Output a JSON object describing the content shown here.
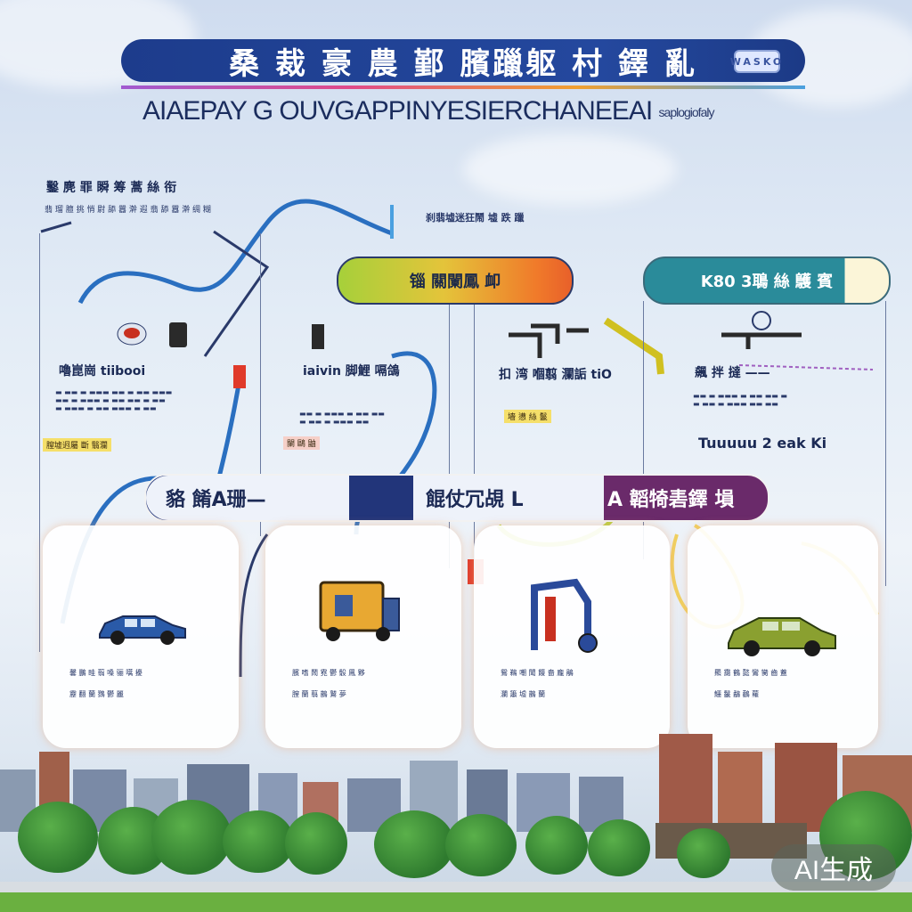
{
  "header": {
    "title": "桑 裁 豪 農 鄞 臏躐躯 村 鐸 亂",
    "badge": "WASKO",
    "subtitle": "AIAEPAY G OUVGAPPINYESIERCHANEEAI",
    "subtitle_tail": "saplogiofaly"
  },
  "intro": {
    "heading": "鑿 麂 罪 瞬 筹 蒿 絲 衔",
    "text": "翡 瑠 膻 挑 悄 尉 舔 囂 澣 遐 翡 舔 囂 澣 绸 糊"
  },
  "mid_caption": "刹翡墟迷狂鬧 墟 跌 躐",
  "headers": {
    "col1": "锱 關闌鳳   卹",
    "col2": "K80 3鵈 絲 鸌   賓"
  },
  "sections": {
    "s1": {
      "title": "嚕崑崗  tiibooi",
      "hl": "膣墟迥屬  斷 翳瀾"
    },
    "s2": {
      "title": "iaivin 脚鯉 嗝鴿",
      "hl": "闌 鷗 鼬"
    },
    "s3": {
      "title": "扣 湾 嗰翦 瀾詬 tiO",
      "hl": "墻 懑 絲 鬣"
    },
    "s4": {
      "title": "飆 拌 撻 ——",
      "sub": "Tuuuuu 2 eak Ki"
    }
  },
  "band": {
    "seg1": "貉   餚A珊—",
    "seg2": "餛仗冗覘 L",
    "seg3": "A 韜犄砉鐸 塤"
  },
  "cards": [
    {
      "line1": "馨 鵬 畦 翦 嗓 骊 嚆 擾",
      "line2": "靂 翻 蘭 鷚 鬱 麗"
    },
    {
      "line1": "臏 嗜 鬧 霓 鬱 骰 鳳 夥",
      "line2": "膣 蘭 翦 鵲 鷲 夢"
    },
    {
      "line1": "鴛 鵜 嘲 聞 饅 嗇 龐 鵑",
      "line2": "瀾 簫 墟 鵲 蘭"
    },
    {
      "line1": "羆 靄 鶴 懿 鸞 臠 齒 蓋",
      "line2": "鱷 鬣 鷸 鸛 蘿"
    }
  ],
  "watermark": "AI生成",
  "colors": {
    "title_bg": "#24489e",
    "header1_gradient": [
      "#a6d03a",
      "#f07a2a"
    ],
    "header2_bg": "#2a8b9a",
    "band_dark": "#22357a",
    "band_purple": "#6a2a6a"
  }
}
